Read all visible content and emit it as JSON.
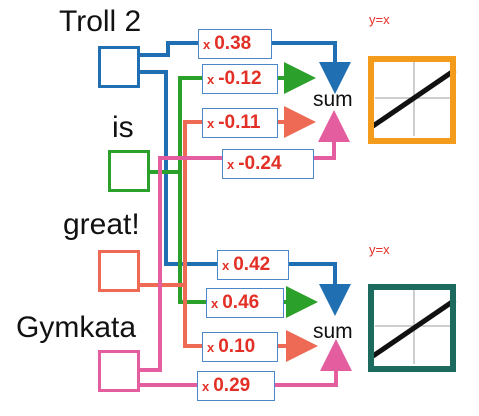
{
  "words": [
    "Troll 2",
    "is",
    "great!",
    "Gymkata"
  ],
  "multiply_symbol": "x",
  "weights_top": [
    "0.38",
    "-0.12",
    "-0.11",
    "-0.24"
  ],
  "weights_bottom": [
    "0.42",
    "0.46",
    "0.10",
    "0.29"
  ],
  "sum_label": "sum",
  "activation_label": "y=x",
  "colors": {
    "troll2": "#1f6fb2",
    "is": "#2ba02b",
    "great": "#ee6a55",
    "gymkata": "#e35d9f",
    "weight_text": "#e33027",
    "activation_top": "#f39b1b",
    "activation_bottom": "#1d6b5e"
  }
}
